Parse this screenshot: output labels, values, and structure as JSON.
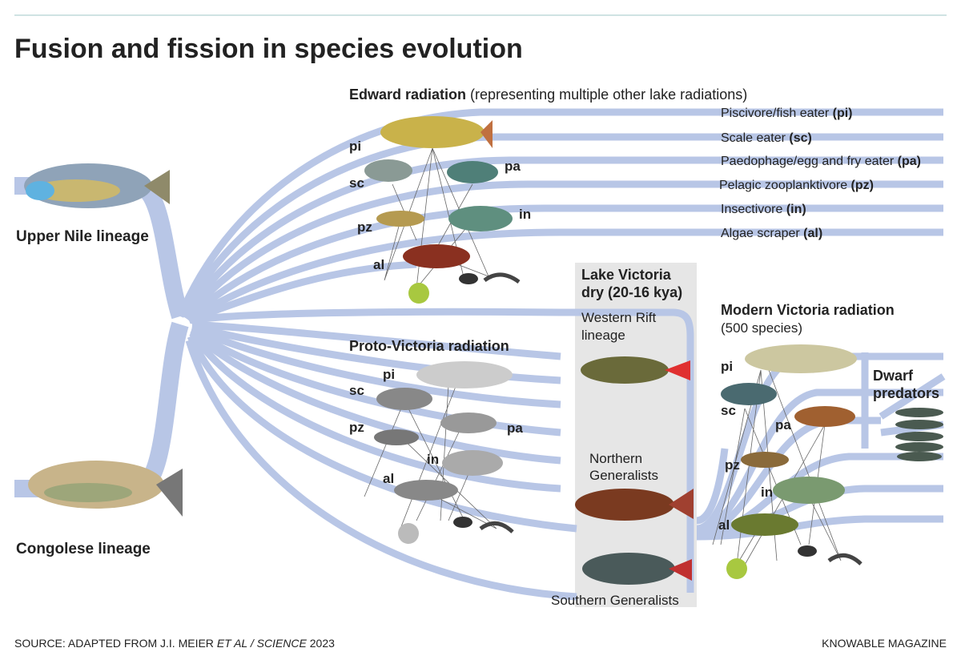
{
  "title": "Fusion and fission in species evolution",
  "lineages": {
    "upper_nile": "Upper Nile lineage",
    "congolese": "Congolese lineage"
  },
  "edward": {
    "heading": "Edward radiation",
    "subheading": "(representing multiple other lake radiations)",
    "guilds": [
      {
        "name": "Piscivore/fish eater ",
        "code": "(pi)"
      },
      {
        "name": "Scale eater ",
        "code": "(sc)"
      },
      {
        "name": "Paedophage/egg and fry eater ",
        "code": "(pa)"
      },
      {
        "name": "Pelagic zooplanktivore ",
        "code": "(pz)"
      },
      {
        "name": "Insectivore ",
        "code": "(in)"
      },
      {
        "name": "Algae scraper ",
        "code": "(al)"
      }
    ],
    "fish_labels": {
      "pi": "pi",
      "sc": "sc",
      "pa": "pa",
      "pz": "pz",
      "in": "in",
      "al": "al"
    }
  },
  "proto": {
    "heading": "Proto-Victoria radiation",
    "fish_labels": {
      "pi": "pi",
      "sc": "sc",
      "pa": "pa",
      "pz": "pz",
      "in": "in",
      "al": "al"
    }
  },
  "lake_victoria": {
    "heading_1": "Lake Victoria",
    "heading_2": "dry (20-16 kya)",
    "western_1": "Western Rift",
    "western_2": "lineage",
    "northern_1": "Northern",
    "northern_2": "Generalists",
    "southern": "Southern Generalists"
  },
  "modern": {
    "heading": "Modern Victoria radiation",
    "subheading": "(500 species)",
    "dwarf_1": "Dwarf",
    "dwarf_2": "predators",
    "fish_labels": {
      "pi": "pi",
      "sc": "sc",
      "pa": "pa",
      "pz": "pz",
      "in": "in",
      "al": "al"
    }
  },
  "footer": {
    "source_prefix": "SOURCE: ADAPTED FROM J.I. MEIER ",
    "source_italic": "ET AL / SCIENCE",
    "source_year": " 2023",
    "credit": "KNOWABLE MAGAZINE"
  },
  "colors": {
    "band": "#b8c6e6",
    "box": "#e6e6e6",
    "rule": "#cfe3e3"
  }
}
